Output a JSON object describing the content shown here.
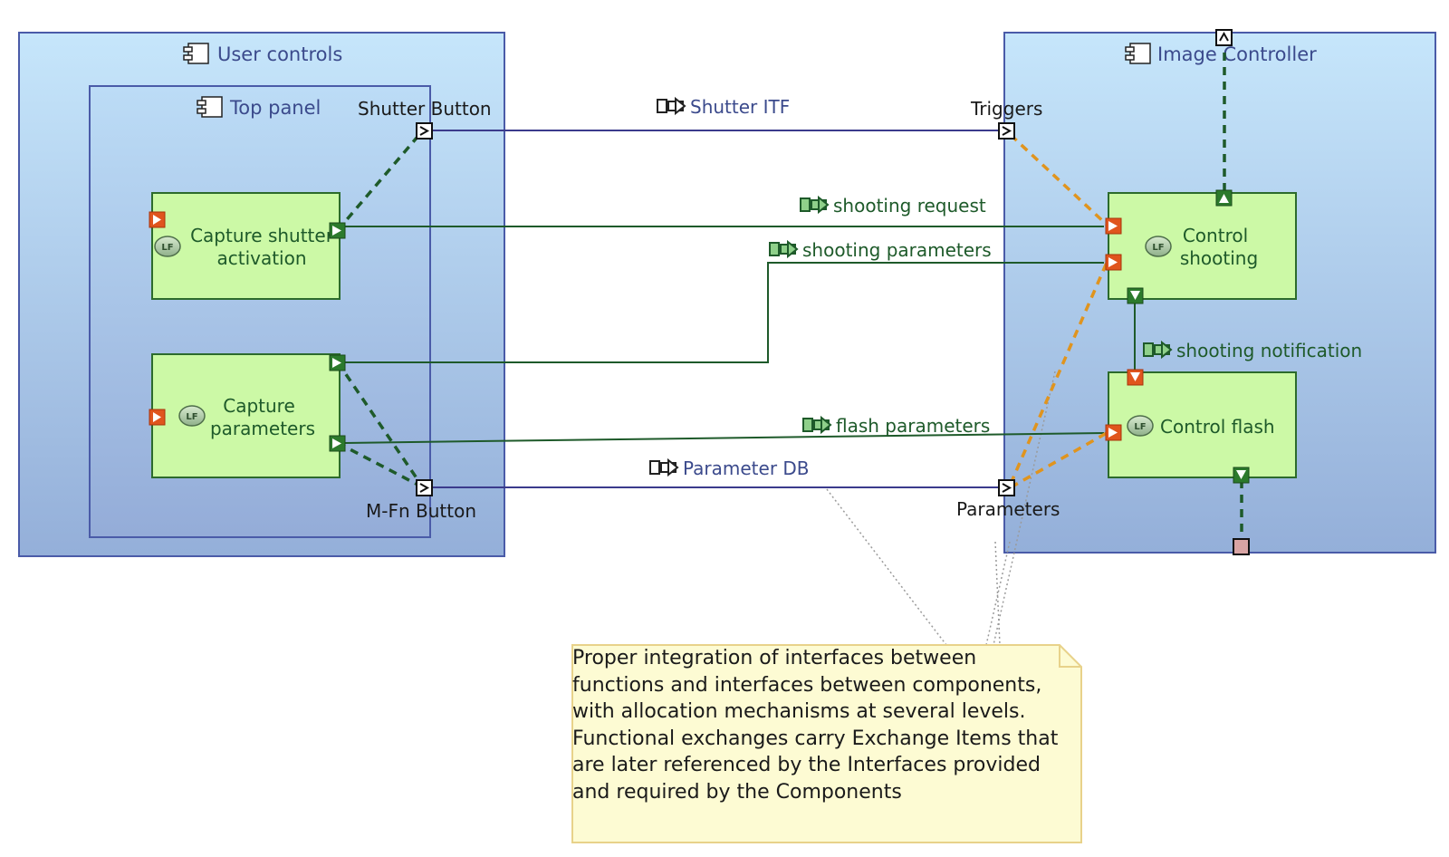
{
  "components": {
    "user_controls": "User controls",
    "top_panel": "Top panel",
    "image_controller": "Image Controller"
  },
  "ports": {
    "shutter_button": "Shutter Button",
    "mfn_button": "M-Fn Button",
    "triggers": "Triggers",
    "parameters": "Parameters"
  },
  "functions": {
    "capture_shutter": [
      "Capture shutter",
      "activation"
    ],
    "capture_parameters": [
      "Capture",
      "parameters"
    ],
    "control_shooting": [
      "Control",
      "shooting"
    ],
    "control_flash": "Control flash",
    "lf_badge": "LF"
  },
  "exchanges": {
    "shutter_itf": "Shutter ITF",
    "shooting_request": "shooting request",
    "shooting_parameters": "shooting parameters",
    "shooting_notification": "shooting notification",
    "flash_parameters": "flash parameters",
    "parameter_db": "Parameter DB"
  },
  "note": {
    "lines": [
      "Proper integration of interfaces between",
      "functions and interfaces between components,",
      "with allocation mechanisms at several levels.",
      "Functional exchanges carry Exchange Items that",
      "are later referenced by the Interfaces provided",
      "and required by the Components"
    ]
  },
  "colors": {
    "component_fill_top": "#c6e6fb",
    "component_fill_bottom": "#94afd9",
    "component_border": "#4a5ba8",
    "function_fill": "#ccf9a6",
    "function_border": "#2c6b2c",
    "functional_exchange": "#1e5a2a",
    "component_exchange": "#3b3b8c",
    "allocation_dashed_green": "#1e5a2a",
    "allocation_dashed_orange": "#e0941e",
    "note_fill": "#fdfbd3",
    "note_border": "#e8d28a"
  }
}
